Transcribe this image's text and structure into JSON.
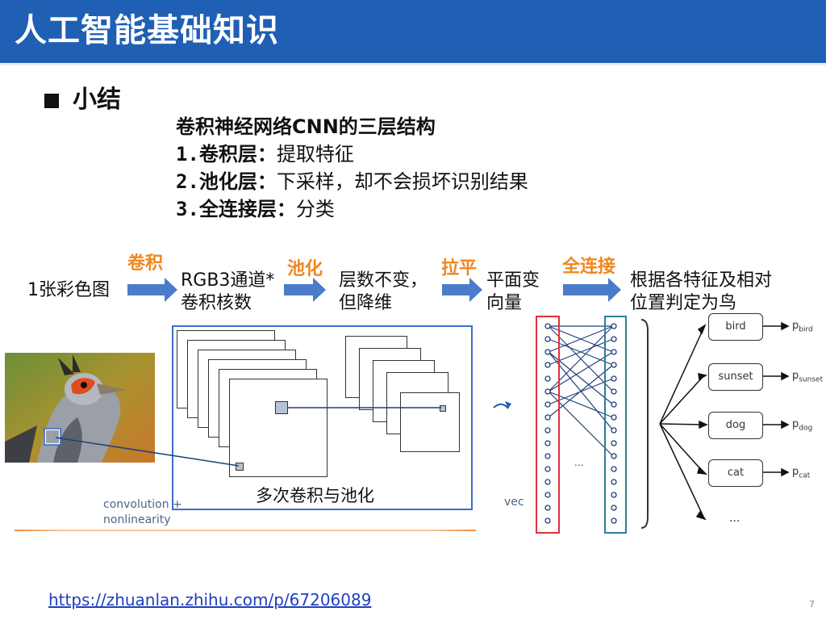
{
  "header": {
    "title": "人工智能基础知识"
  },
  "summary": {
    "title": "小结",
    "heading": "卷积神经网络CNN的三层结构",
    "points": [
      {
        "num": "1.",
        "name": "卷积层：",
        "desc": "提取特征"
      },
      {
        "num": "2.",
        "name": "池化层：",
        "desc": "下采样，却不会损坏识别结果"
      },
      {
        "num": "3.",
        "name": "全连接层：",
        "desc": "分类"
      }
    ]
  },
  "flow": {
    "input": "1张彩色图",
    "step1_label": "卷积",
    "out1_line1": "RGB3通道*",
    "out1_line2": "卷积核数",
    "step2_label": "池化",
    "out2_line1": "层数不变，",
    "out2_line2": "但降维",
    "step3_label": "拉平",
    "out3_line1": "平面变",
    "out3_line2": "向量",
    "step4_label": "全连接",
    "out4_line1": "根据各特征及相对",
    "out4_line2": "位置判定为鸟"
  },
  "diagram": {
    "multi_label": "多次卷积与池化",
    "conv_label_line1": "convolution +",
    "conv_label_line2": "nonlinearity",
    "vec_label": "vec",
    "dots": "...",
    "classes": [
      "bird",
      "sunset",
      "dog",
      "cat"
    ],
    "more": "...",
    "probs": [
      {
        "p": "p",
        "sub": "bird"
      },
      {
        "p": "p",
        "sub": "sunset"
      },
      {
        "p": "p",
        "sub": "dog"
      },
      {
        "p": "p",
        "sub": "cat"
      }
    ]
  },
  "footer": {
    "url": "https://zhuanlan.zhihu.com/p/67206089",
    "page": "7"
  },
  "colors": {
    "header": "#1f5fb4",
    "step": "#f0871e",
    "arrow": "#4a7cc9",
    "link": "#1f3fbf"
  }
}
